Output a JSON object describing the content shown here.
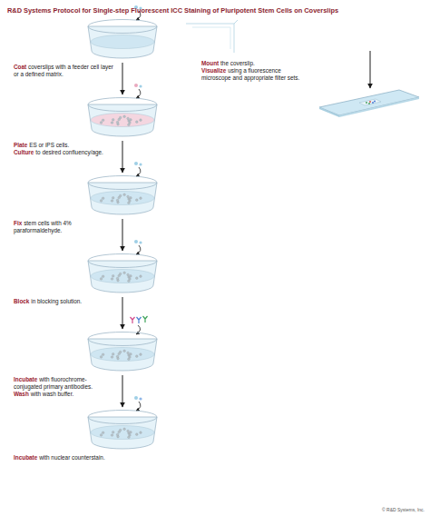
{
  "diagram": {
    "title": "R&D Systems Protocol for Single-step Fluorescent ICC Staining of Pluripotent Stem Cells on Coverslips",
    "nodes": [
      {
        "text": [
          "Coat",
          "coverslips with a feeder cell layer or a defined matrix."
        ]
      },
      {
        "text": [
          "Plate",
          "ES or iPS cells.",
          "Culture",
          "to desired confluency/age."
        ]
      },
      {
        "text": [
          "Fix",
          "stem cells with 4% paraformaldehyde."
        ]
      },
      {
        "text": [
          "Block",
          "in blocking solution."
        ]
      },
      {
        "text": [
          "Incubate",
          "with fluorochrome-conjugated primary antibodies.",
          "Wash",
          "with wash buffer."
        ]
      },
      {
        "text": [
          "Incubate",
          "with nuclear counterstain."
        ]
      },
      {
        "text": [
          "Mount",
          "the coverslip.",
          "Visualize",
          "using a fluorescence microscope and appropriate filter sets."
        ]
      }
    ],
    "edges": [
      {
        "from": 0,
        "to": 1,
        "arrow": "to"
      },
      {
        "from": 1,
        "to": 2,
        "arrow": "to"
      },
      {
        "from": 2,
        "to": 3,
        "arrow": "to"
      },
      {
        "from": 3,
        "to": 4,
        "arrow": "to"
      },
      {
        "from": 4,
        "to": 5,
        "arrow": "to"
      }
    ],
    "labels": [
      "© R&D Systems, Inc."
    ]
  }
}
